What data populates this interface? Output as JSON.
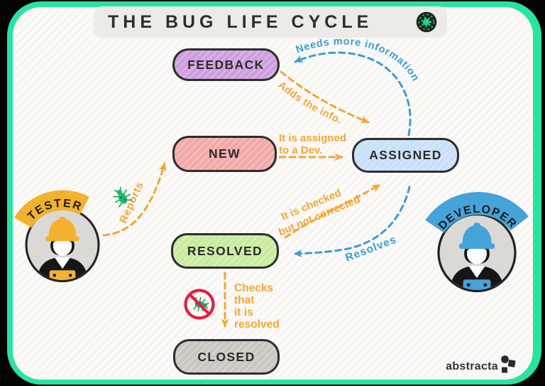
{
  "title": {
    "text": "THE BUG LIFE CYCLE"
  },
  "brand": {
    "name": "abstracta"
  },
  "roles": {
    "tester": {
      "label": "TESTER",
      "color": "#F2B22D"
    },
    "developer": {
      "label": "DEVELOPER",
      "color": "#45A3DA"
    }
  },
  "nodes": {
    "feedback": {
      "label": "FEEDBACK",
      "fill": "#CF9EDE"
    },
    "new": {
      "label": "NEW",
      "fill": "#F3A9A7"
    },
    "assigned": {
      "label": "ASSIGNED",
      "fill": "#C9E0F8"
    },
    "resolved": {
      "label": "RESOLVED",
      "fill": "#C9EB9E"
    },
    "closed": {
      "label": "CLOSED",
      "fill": "#C9C7C0"
    }
  },
  "transitions": {
    "reports": {
      "label": "Reports",
      "from": "TESTER",
      "to": "NEW",
      "color": "#F2A537"
    },
    "it_is_assigned": {
      "line1": "It is assigned",
      "line2": "to a Dev.",
      "from": "NEW",
      "to": "ASSIGNED",
      "color": "#F2A537"
    },
    "needs_more_information": {
      "label": "Needs more information",
      "from": "ASSIGNED",
      "to": "FEEDBACK",
      "color": "#3E9BD6"
    },
    "adds_the_info": {
      "label": "Adds the info.",
      "from": "FEEDBACK",
      "to": "ASSIGNED",
      "color": "#F2A537"
    },
    "resolves": {
      "label": "Resolves",
      "from": "ASSIGNED",
      "to": "RESOLVED",
      "color": "#3E9BD6"
    },
    "checked_not_corrected": {
      "line1": "It is checked",
      "line2": "but not corrected",
      "from": "RESOLVED",
      "to": "ASSIGNED",
      "color": "#F2A537"
    },
    "checks_resolved": {
      "line1": "Checks",
      "line2": "that",
      "line3": "it is",
      "line4": "resolved",
      "from": "RESOLVED",
      "to": "CLOSED",
      "color": "#F2A537"
    }
  },
  "colors": {
    "frame_green": "#2AE3A0",
    "canvas": "#FBFAF8",
    "titlebar_bg": "#EDEBE8",
    "title_text": "#2E2E2E",
    "node_border": "#2D2D2D",
    "orange": "#F2A537",
    "blue": "#3E9BD6",
    "ban_red": "#E41E42",
    "bug_green": "#1ED584"
  },
  "icons": {
    "title_bug": "bug-icon",
    "reported_bug": "bug-icon",
    "no_bug": "no-bug-icon"
  }
}
